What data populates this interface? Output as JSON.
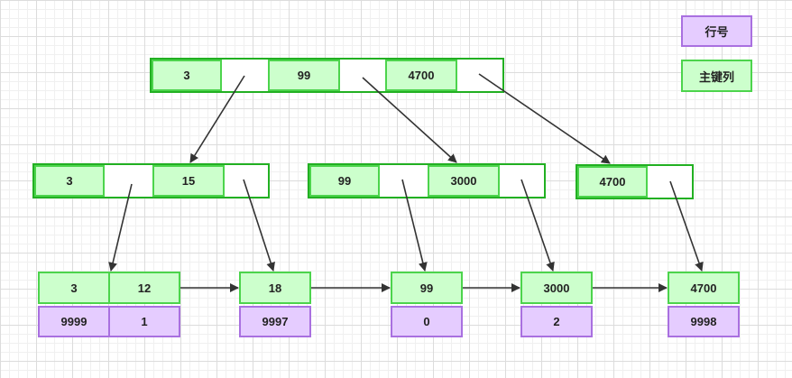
{
  "legend": {
    "row_label": "行号",
    "key_label": "主键列",
    "row_color": "#e5ccff",
    "key_color": "#ccffcc"
  },
  "root": {
    "keys": [
      "3",
      "99",
      "4700"
    ]
  },
  "internal": [
    {
      "keys": [
        "3",
        "15"
      ]
    },
    {
      "keys": [
        "99",
        "3000"
      ]
    },
    {
      "keys": [
        "4700"
      ]
    }
  ],
  "leaves": [
    {
      "keys": [
        "3",
        "12"
      ],
      "rows": [
        "9999",
        "1"
      ]
    },
    {
      "keys": [
        "18"
      ],
      "rows": [
        "9997"
      ]
    },
    {
      "keys": [
        "99"
      ],
      "rows": [
        "0"
      ]
    },
    {
      "keys": [
        "3000"
      ],
      "rows": [
        "2"
      ]
    },
    {
      "keys": [
        "4700"
      ],
      "rows": [
        "9998"
      ]
    }
  ],
  "colors": {
    "border_green": "#22b022",
    "arrow": "#333333"
  }
}
